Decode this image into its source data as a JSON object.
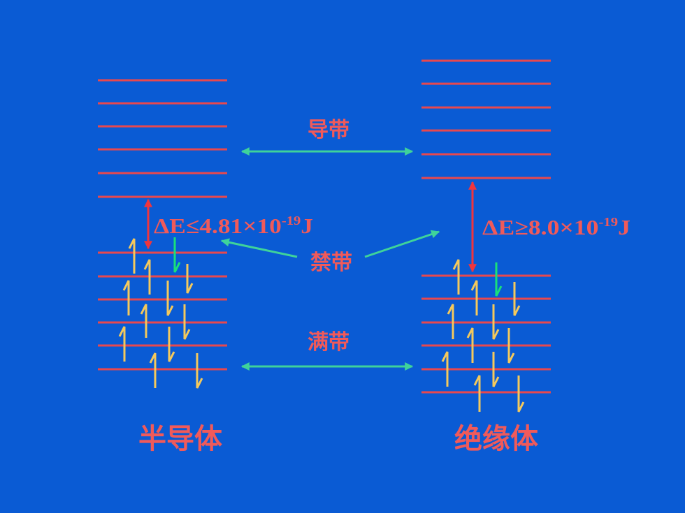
{
  "labels": {
    "conduction_band": "导带",
    "forbidden_band": "禁带",
    "valence_band": "满带",
    "semiconductor": "半导体",
    "insulator": "绝缘体"
  },
  "gaps": {
    "semiconductor": {
      "main": "ΔE≤4.81×10",
      "exp": "-19",
      "unit": "J"
    },
    "insulator": {
      "main": "ΔE≥8.0×10",
      "exp": "-19",
      "unit": "J"
    }
  },
  "colors": {
    "background": "#0a5bd4",
    "level_line": "#e8484e",
    "text": "#f05a5a",
    "connector_arrow": "#3fd39a",
    "electron_spin": "#f4c95c",
    "excited_electron": "#19e07a",
    "gap_arrow": "#f0353d"
  }
}
